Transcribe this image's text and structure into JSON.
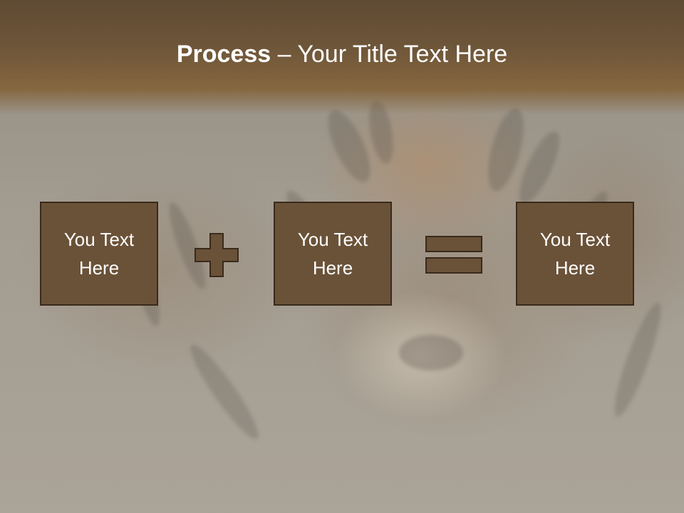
{
  "title": {
    "bold": "Process",
    "rest": " – Your Title Text Here"
  },
  "boxes": [
    {
      "text": "You Text\nHere"
    },
    {
      "text": "You Text\nHere"
    },
    {
      "text": "You Text\nHere"
    }
  ],
  "operators": {
    "plus": "plus-icon",
    "equals": "equals-icon"
  },
  "colors": {
    "header": "#6d5539",
    "box_fill": "#6a5238",
    "box_border": "#3a2a1c",
    "text": "#ffffff"
  }
}
